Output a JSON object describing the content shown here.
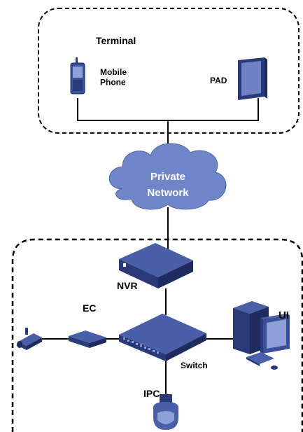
{
  "terminal_group": {
    "title": "Terminal",
    "devices": {
      "mobile_phone": "Mobile\nPhone",
      "pad": "PAD"
    }
  },
  "private_network": {
    "line1": "Private",
    "line2": "Network"
  },
  "site_group": {
    "devices": {
      "nvr": "NVR",
      "ec": "EC",
      "ui": "UI",
      "switch": "Switch",
      "ipc": "IPC"
    }
  },
  "colors": {
    "device_blue": "#3b4f9a",
    "device_dark": "#2a3a78",
    "device_light": "#6f82c4",
    "cloud_fill": "#6f86c8",
    "line": "#000000"
  }
}
